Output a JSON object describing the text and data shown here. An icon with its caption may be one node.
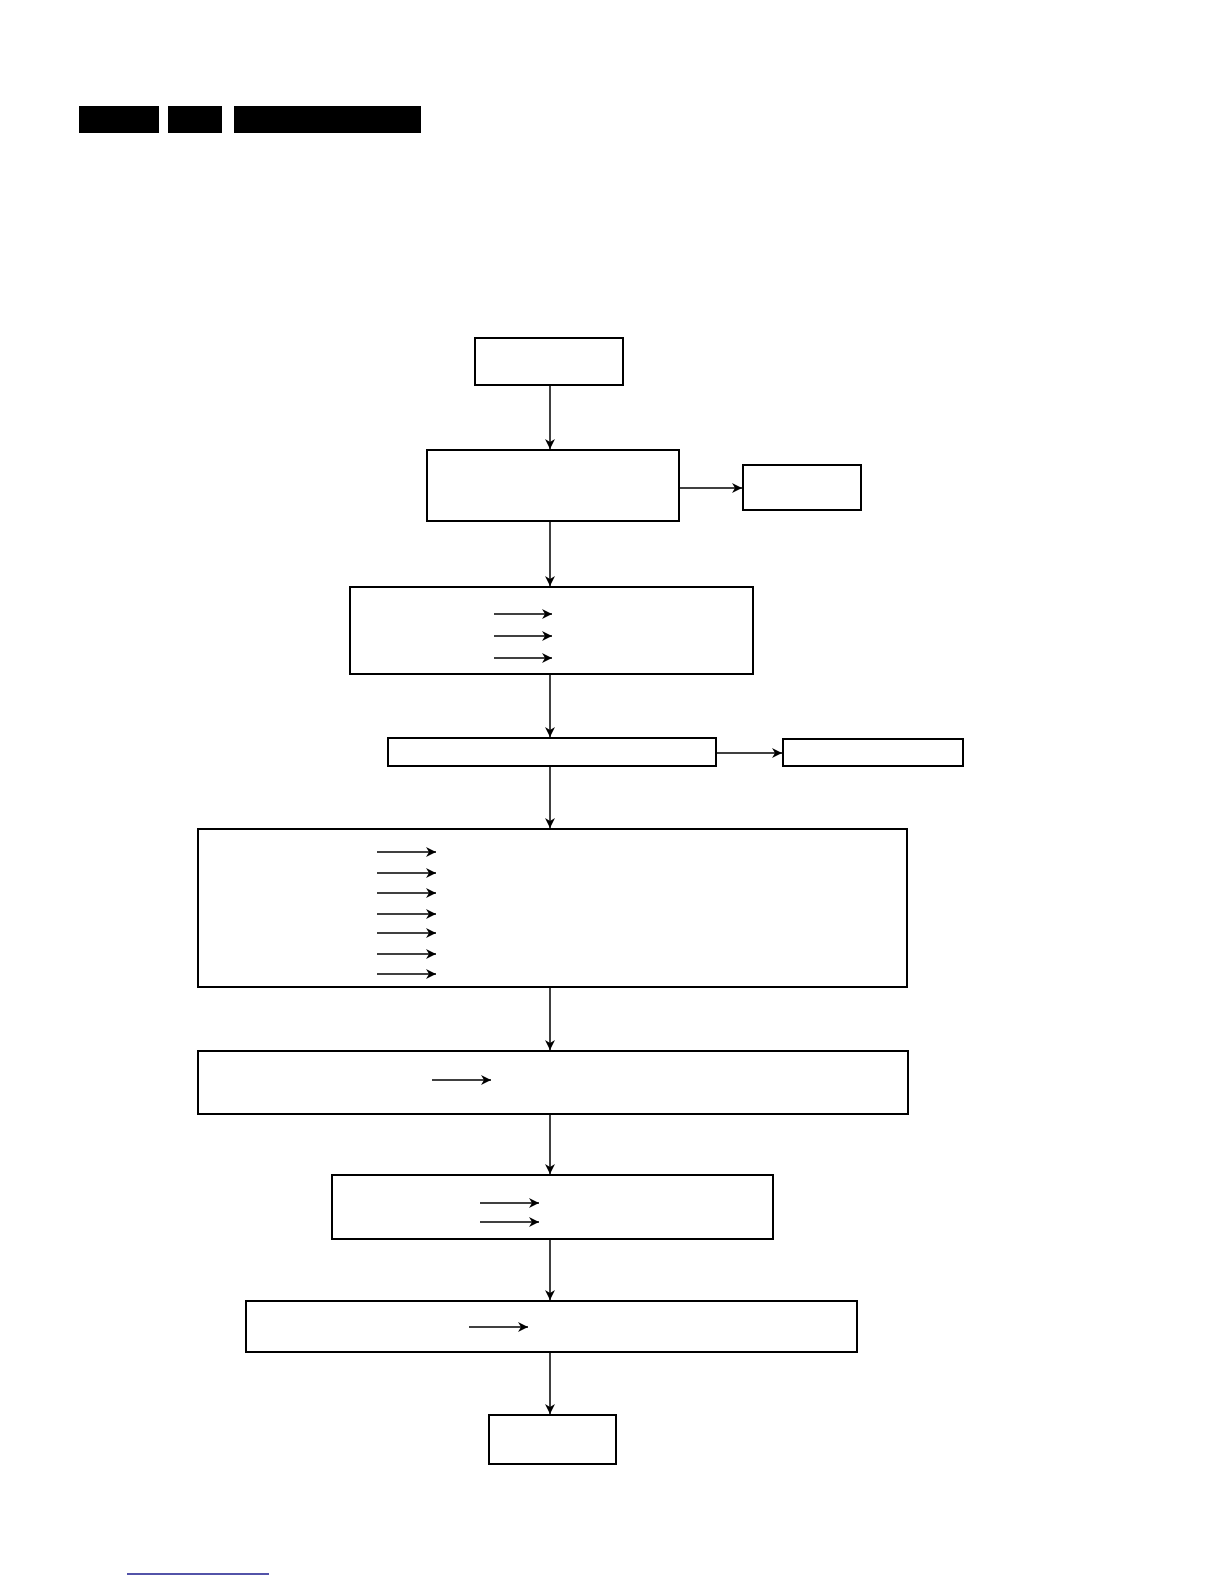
{
  "diagram": {
    "nodes": [
      {
        "text": [],
        "shape": "box"
      },
      {
        "text": [],
        "shape": "box"
      },
      {
        "text": [],
        "shape": "box"
      },
      {
        "text": [],
        "shape": "box"
      },
      {
        "text": [],
        "shape": "box"
      },
      {
        "text": [],
        "shape": "box"
      },
      {
        "text": [],
        "shape": "box"
      },
      {
        "text": [],
        "shape": "box"
      },
      {
        "text": [],
        "shape": "box"
      },
      {
        "text": [],
        "shape": "box"
      },
      {
        "text": [],
        "shape": "box"
      }
    ],
    "edges": [
      {
        "from": 0,
        "to": 1,
        "arrow": "to"
      },
      {
        "from": 1,
        "to": 2,
        "arrow": "to"
      },
      {
        "from": 1,
        "to": 3,
        "arrow": "to"
      },
      {
        "from": 3,
        "to": 4,
        "arrow": "to"
      },
      {
        "from": 4,
        "to": 5,
        "arrow": "to"
      },
      {
        "from": 4,
        "to": 6,
        "arrow": "to"
      },
      {
        "from": 6,
        "to": 7,
        "arrow": "to"
      },
      {
        "from": 7,
        "to": 8,
        "arrow": "to"
      },
      {
        "from": 8,
        "to": 9,
        "arrow": "to"
      },
      {
        "from": 9,
        "to": 10,
        "arrow": "to"
      }
    ]
  }
}
